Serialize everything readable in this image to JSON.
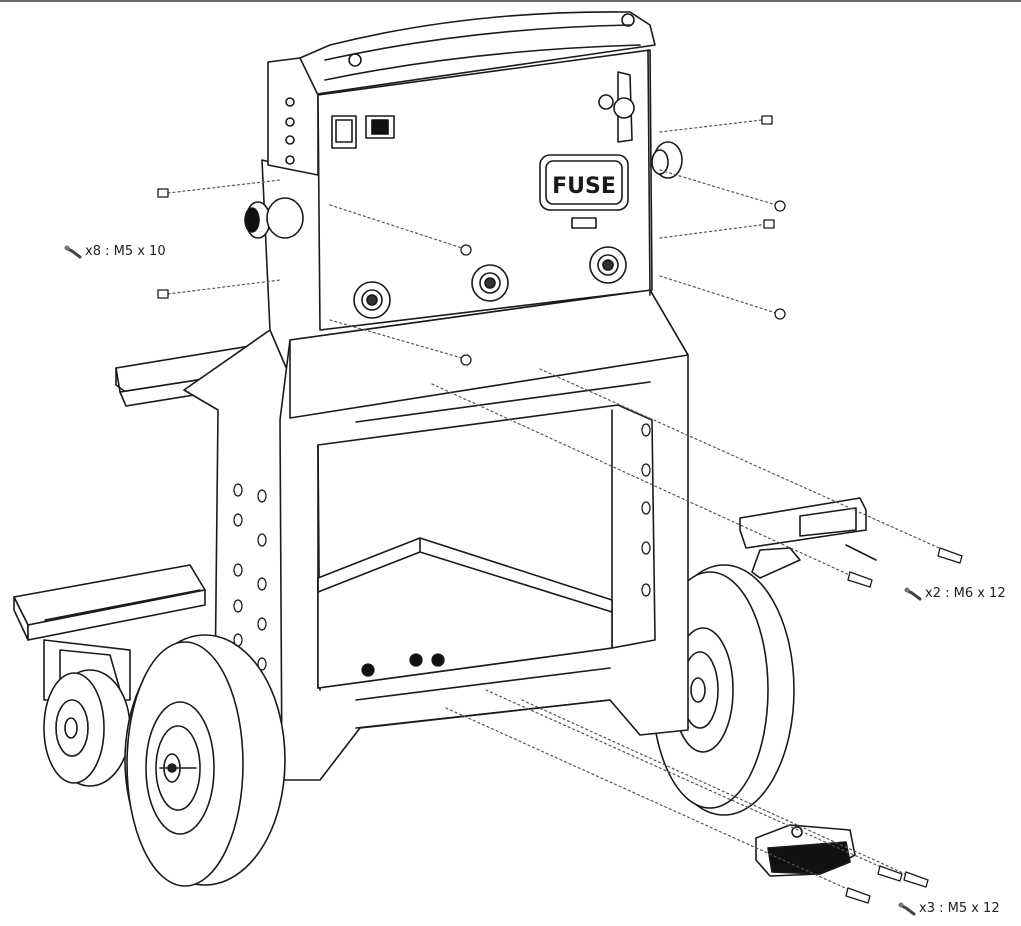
{
  "brand_plate": "FUSE",
  "callouts": {
    "screws_top": "x8 : M5 x 10",
    "screws_handle": "x2 : M6 x 12",
    "screws_footrest": "x3 : M5 x 12"
  },
  "icons": {
    "screw_icon": "screw-icon"
  },
  "colors": {
    "line": "#1a1a1a",
    "dash": "#555555",
    "fill": "#ffffff",
    "dark": "#111111"
  }
}
